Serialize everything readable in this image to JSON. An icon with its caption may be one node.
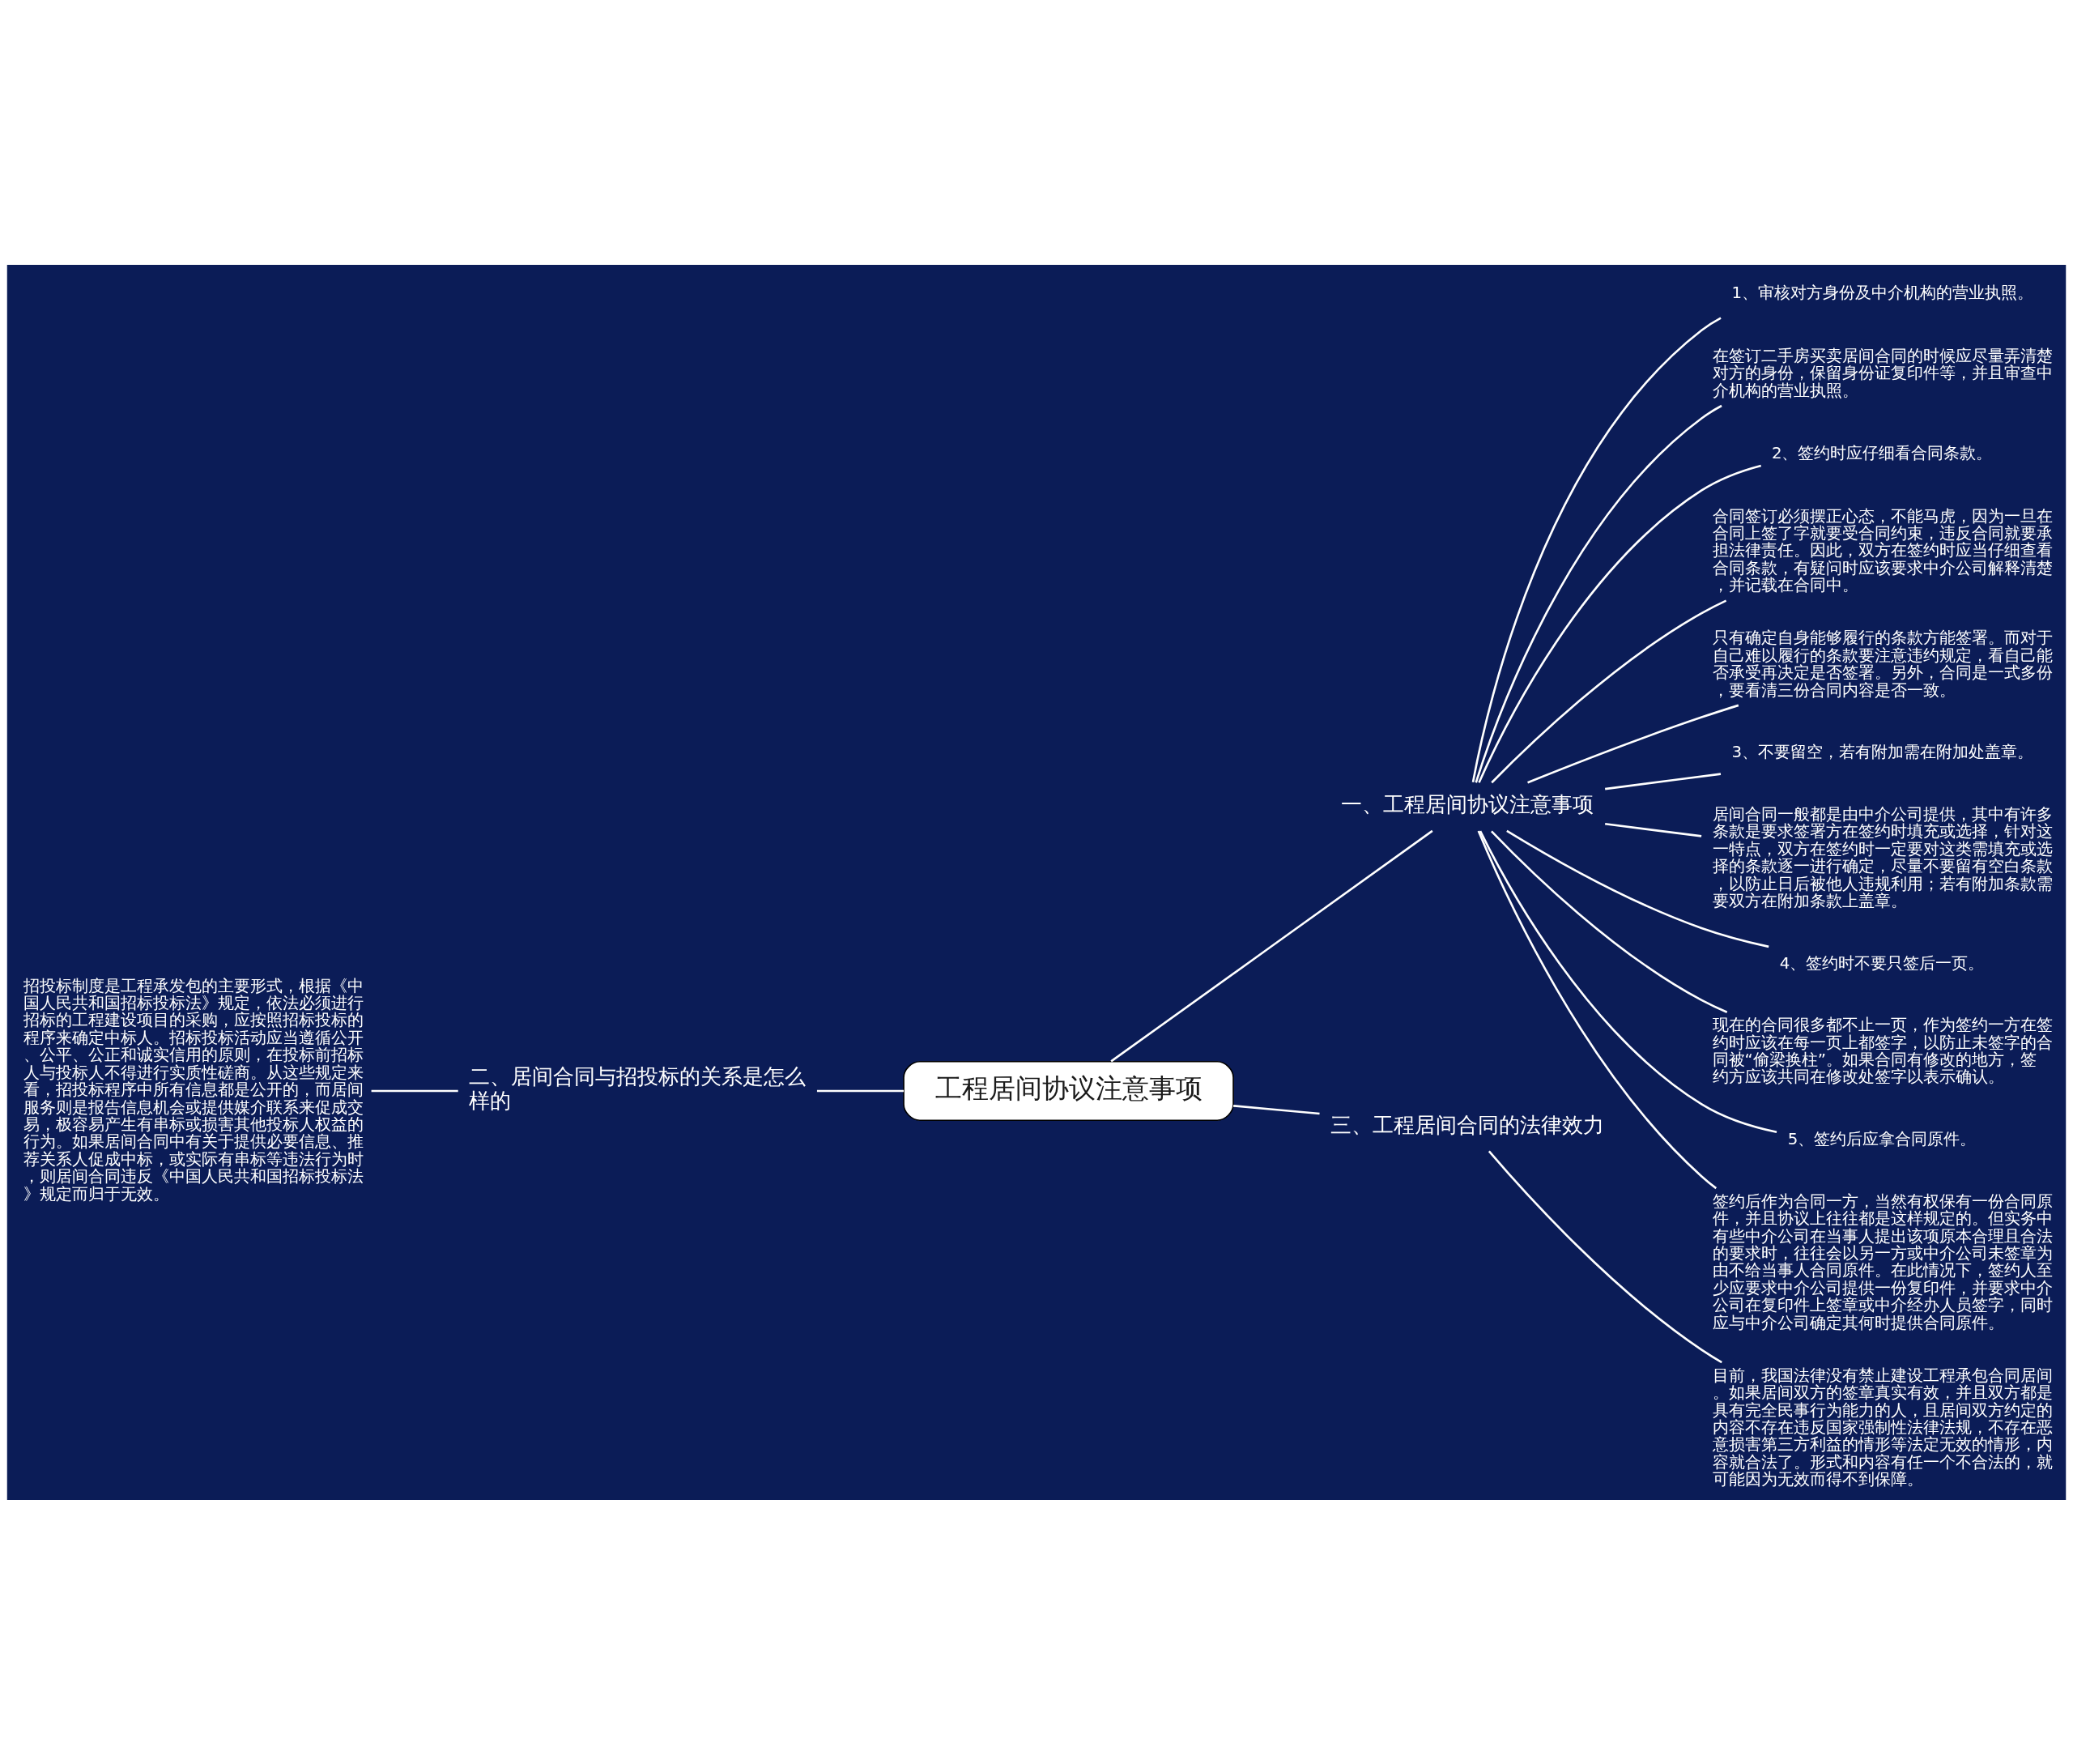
{
  "diagram": {
    "nodes": [
      {
        "text": [
          "工程居间协议注意事项"
        ]
      },
      {
        "text": [
          "一、工程居间协议注意事项"
        ]
      },
      {
        "text": [
          "1、审核对方身份及中介机构的营业执照。"
        ]
      },
      {
        "text": [
          "在签订二手房买卖居间合同的时候应尽量弄清楚对方的身份，保留身份证复印件等，并且审查中介机构的营业执照。"
        ]
      },
      {
        "text": [
          "2、签约时应仔细看合同条款。"
        ]
      },
      {
        "text": [
          "合同签订必须摆正心态，不能马虎，因为一旦在合同上签了字就要受合同约束，违反合同就要承担法律责任。因此，双方在签约时应当仔细查看合同条款，有疑问时应该要求中介公司解释清楚，并记载在合同中。"
        ]
      },
      {
        "text": [
          "只有确定自身能够履行的条款方能签署。而对于自己难以履行的条款要注意违约规定，看自己能否承受再决定是否签署。另外，合同是一式多份，要看清三份合同内容是否一致。"
        ]
      },
      {
        "text": [
          "3、不要留空，若有附加需在附加处盖章。"
        ]
      },
      {
        "text": [
          "居间合同一般都是由中介公司提供，其中有许多条款是要求签署方在签约时填充或选择，针对这一特点，双方在签约时一定要对这类需填充或选择的条款逐一进行确定，尽量不要留有空白条款，以防止日后被他人违规利用；若有附加条款需要双方在附加条款上盖章。"
        ]
      },
      {
        "text": [
          "4、签约时不要只签后一页。"
        ]
      },
      {
        "text": [
          "现在的合同很多都不止一页，作为签约一方在签约时应该在每一页上都签字，以防止未签字的合同被“偷梁换柱”。如果合同有修改的地方，签约方应该共同在修改处签字以表示确认。"
        ]
      },
      {
        "text": [
          "5、签约后应拿合同原件。"
        ]
      },
      {
        "text": [
          "签约后作为合同一方，当然有权保有一份合同原件，并且协议上往往都是这样规定的。但实务中有些中介公司在当事人提出该项原本合理且合法的要求时，往往会以另一方或中介公司未签章为由不给当事人合同原件。在此情况下，签约人至少应要求中介公司提供一份复印件，并要求中介公司在复印件上签章或中介经办人员签字，同时应与中介公司确定其何时提供合同原件。"
        ]
      },
      {
        "text": [
          "二、居间合同与招投标的关系是怎么样的"
        ]
      },
      {
        "text": [
          "招投标制度是工程承发包的主要形式，根据《中国人民共和国招标投标法》规定，依法必须进行招标的工程建设项目的采购，应按照招标投标的程序来确定中标人。招标投标活动应当遵循公开、公平、公正和诚实信用的原则，在投标前招标人与投标人不得进行实质性磋商。从这些规定来看，招投标程序中所有信息都是公开的，而居间服务则是报告信息机会或提供媒介联系来促成交易，极容易产生有串标或损害其他投标人权益的行为。如果居间合同中有关于提供必要信息、推荐关系人促成中标，或实际有串标等违法行为时，则居间合同违反《中国人民共和国招标投标法》规定而归于无效。"
        ]
      },
      {
        "text": [
          "三、工程居间合同的法律效力"
        ]
      },
      {
        "text": [
          "目前，我国法律没有禁止建设工程承包合同居间。如果居间双方的签章真实有效，并且双方都是具有完全民事行为能力的人，且居间双方约定的内容不存在违反国家强制性法律法规，不存在恶意损害第三方利益的情形等法定无效的情形，内容就合法了。形式和内容有任一个不合法的，就可能因为无效而得不到保障。"
        ]
      }
    ],
    "edges": [
      {
        "from": 0,
        "to": 1,
        "arrow": "none"
      },
      {
        "from": 1,
        "to": 2,
        "arrow": "none"
      },
      {
        "from": 1,
        "to": 3,
        "arrow": "none"
      },
      {
        "from": 1,
        "to": 4,
        "arrow": "none"
      },
      {
        "from": 1,
        "to": 5,
        "arrow": "none"
      },
      {
        "from": 1,
        "to": 6,
        "arrow": "none"
      },
      {
        "from": 1,
        "to": 7,
        "arrow": "none"
      },
      {
        "from": 1,
        "to": 8,
        "arrow": "none"
      },
      {
        "from": 1,
        "to": 9,
        "arrow": "none"
      },
      {
        "from": 1,
        "to": 10,
        "arrow": "none"
      },
      {
        "from": 1,
        "to": 11,
        "arrow": "none"
      },
      {
        "from": 1,
        "to": 12,
        "arrow": "none"
      },
      {
        "from": 0,
        "to": 13,
        "arrow": "none"
      },
      {
        "from": 13,
        "to": 14,
        "arrow": "none"
      },
      {
        "from": 0,
        "to": 15,
        "arrow": "none"
      },
      {
        "from": 15,
        "to": 16,
        "arrow": "none"
      }
    ]
  }
}
